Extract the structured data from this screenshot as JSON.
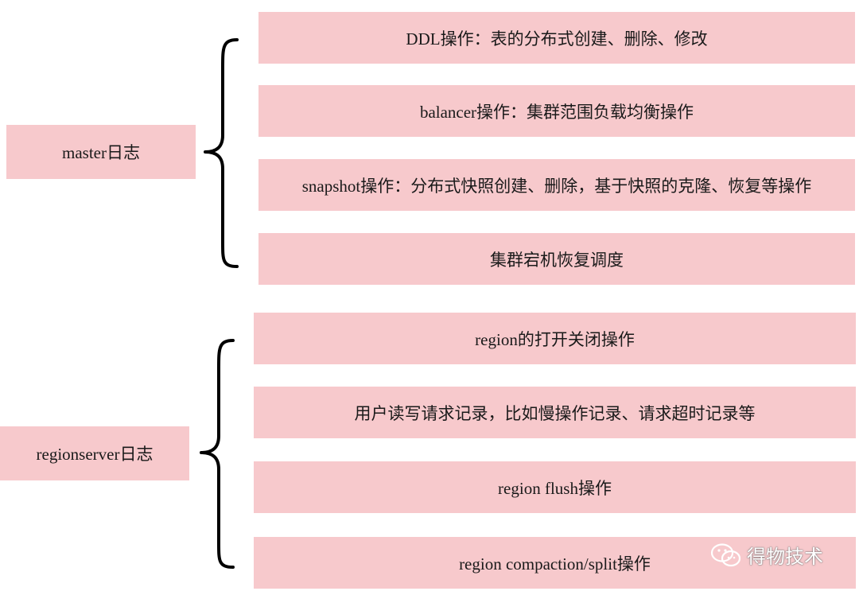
{
  "master": {
    "label": "master日志",
    "items": [
      "DDL操作：表的分布式创建、删除、修改",
      "balancer操作：集群范围负载均衡操作",
      "snapshot操作：分布式快照创建、删除，基于快照的克隆、恢复等操作",
      "集群宕机恢复调度"
    ]
  },
  "regionserver": {
    "label": "regionserver日志",
    "items": [
      "region的打开关闭操作",
      "用户读写请求记录，比如慢操作记录、请求超时记录等",
      "region flush操作",
      "region compaction/split操作"
    ]
  },
  "watermark": {
    "text": "得物技术",
    "icon": "wechat-icon"
  },
  "colors": {
    "box_fill": "#f7c9cc",
    "brace": "#000000"
  }
}
